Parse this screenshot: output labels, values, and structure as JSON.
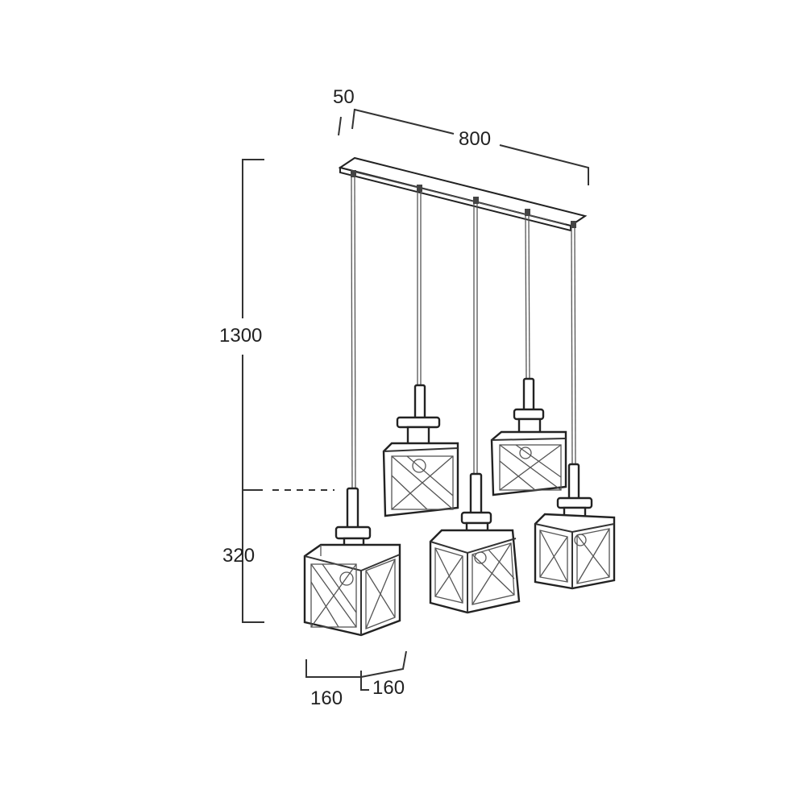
{
  "dimensions": {
    "width_total": "800",
    "canopy_depth": "50",
    "height_total": "1300",
    "shade_height": "320",
    "shade_width": "160",
    "shade_depth": "160"
  },
  "colors": {
    "line": "#333333",
    "background": "#ffffff"
  },
  "pendant_count": 5
}
